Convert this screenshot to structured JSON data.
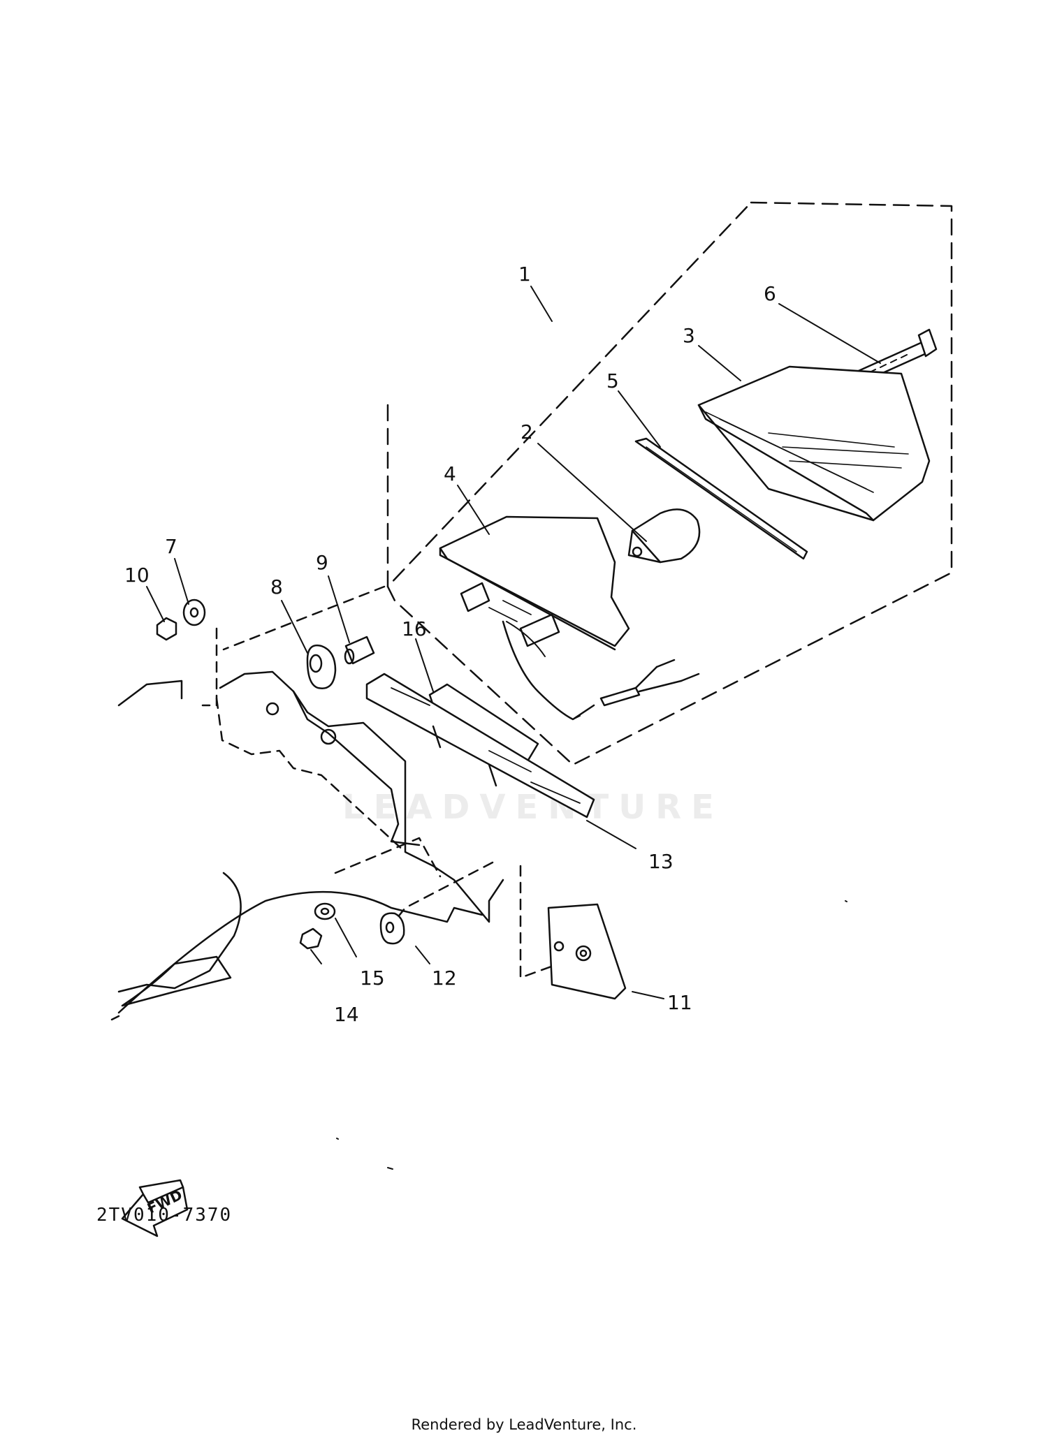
{
  "diagram": {
    "callouts": [
      {
        "id": "1",
        "label": "1"
      },
      {
        "id": "2",
        "label": "2"
      },
      {
        "id": "3",
        "label": "3"
      },
      {
        "id": "4",
        "label": "4"
      },
      {
        "id": "5",
        "label": "5"
      },
      {
        "id": "6",
        "label": "6"
      },
      {
        "id": "7",
        "label": "7"
      },
      {
        "id": "8",
        "label": "8"
      },
      {
        "id": "9",
        "label": "9"
      },
      {
        "id": "10",
        "label": "10"
      },
      {
        "id": "11",
        "label": "11"
      },
      {
        "id": "12",
        "label": "12"
      },
      {
        "id": "13",
        "label": "13"
      },
      {
        "id": "14",
        "label": "14"
      },
      {
        "id": "15",
        "label": "15"
      },
      {
        "id": "16",
        "label": "16"
      }
    ],
    "fwd_label": "FWD",
    "drawing_code": "2TV010-7370",
    "watermark": "LEADVENTURE",
    "footer": "Rendered by LeadVenture, Inc."
  }
}
